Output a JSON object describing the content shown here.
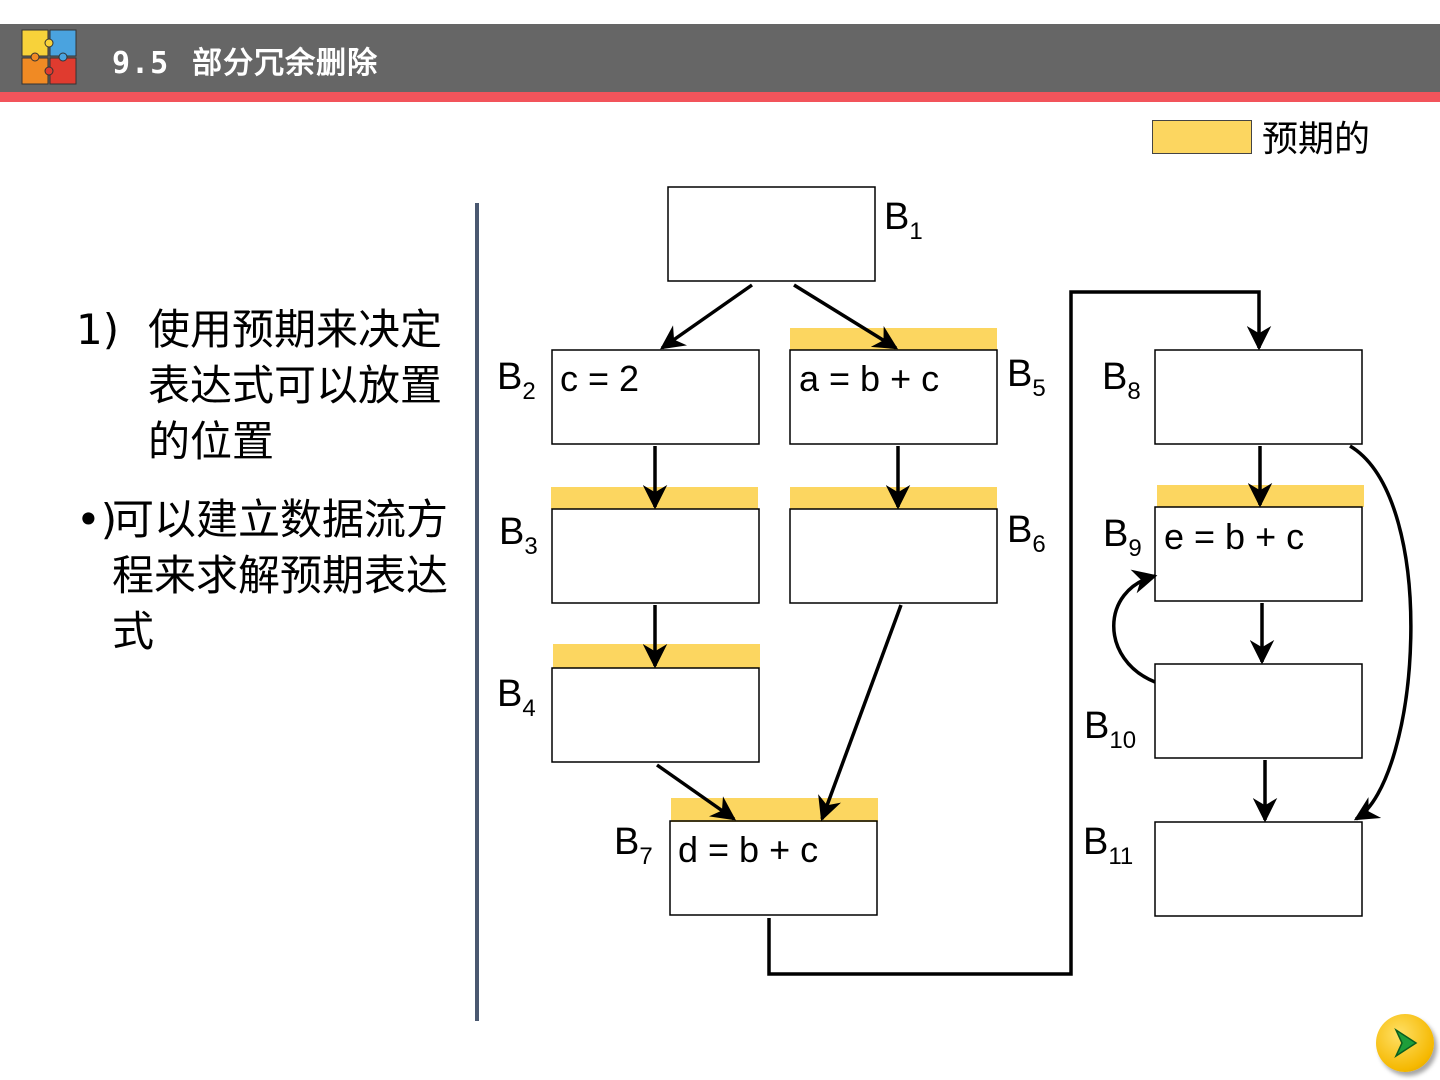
{
  "header": {
    "section_number": "9.5",
    "title": "部分冗余删除"
  },
  "legend": {
    "label": "预期的",
    "color": "#fcd660"
  },
  "bullets": [
    {
      "marker": "1)",
      "text": "使用预期来决定表达式可以放置的位置"
    },
    {
      "marker": "•)",
      "text": "可以建立数据流方程来求解预期表达式"
    }
  ],
  "diagram": {
    "blocks": [
      {
        "id": "B1",
        "label": "B",
        "sub": "1",
        "code": ""
      },
      {
        "id": "B2",
        "label": "B",
        "sub": "2",
        "code": "c = 2"
      },
      {
        "id": "B3",
        "label": "B",
        "sub": "3",
        "code": ""
      },
      {
        "id": "B4",
        "label": "B",
        "sub": "4",
        "code": ""
      },
      {
        "id": "B5",
        "label": "B",
        "sub": "5",
        "code": "a = b + c"
      },
      {
        "id": "B6",
        "label": "B",
        "sub": "6",
        "code": ""
      },
      {
        "id": "B7",
        "label": "B",
        "sub": "7",
        "code": "d = b + c"
      },
      {
        "id": "B8",
        "label": "B",
        "sub": "8",
        "code": ""
      },
      {
        "id": "B9",
        "label": "B",
        "sub": "9",
        "code": "e = b + c"
      },
      {
        "id": "B10",
        "label": "B",
        "sub": "10",
        "code": ""
      },
      {
        "id": "B11",
        "label": "B",
        "sub": "11",
        "code": ""
      }
    ],
    "anticipated_entries": [
      "B3",
      "B4",
      "B5",
      "B6",
      "B7",
      "B9"
    ],
    "edges": [
      [
        "B1",
        "B2"
      ],
      [
        "B1",
        "B5"
      ],
      [
        "B2",
        "B3"
      ],
      [
        "B3",
        "B4"
      ],
      [
        "B4",
        "B7"
      ],
      [
        "B5",
        "B6"
      ],
      [
        "B6",
        "B7"
      ],
      [
        "B7",
        "B8"
      ],
      [
        "B8",
        "B9"
      ],
      [
        "B8",
        "B11"
      ],
      [
        "B9",
        "B10"
      ],
      [
        "B10",
        "B9"
      ],
      [
        "B10",
        "B11"
      ]
    ]
  },
  "nav": {
    "icon": "next-arrow-icon"
  }
}
